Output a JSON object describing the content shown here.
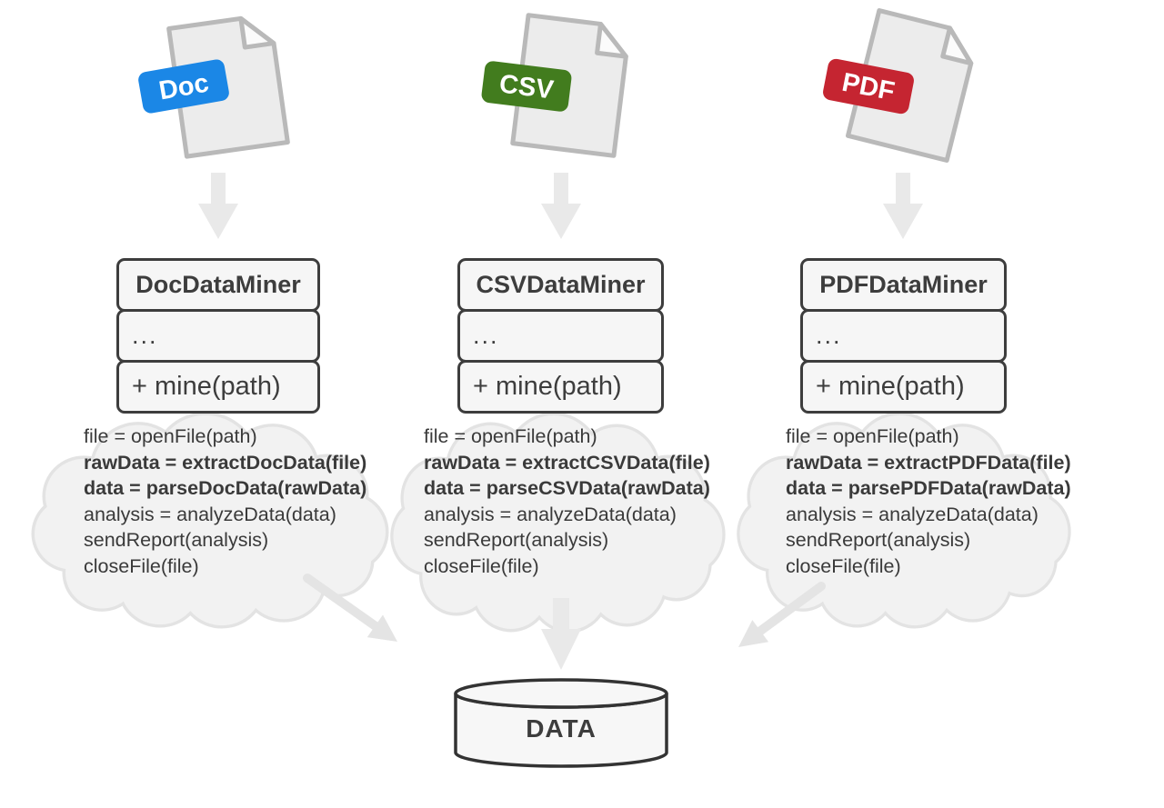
{
  "diagram": {
    "title_hint": "Data miner classes for Doc, CSV and PDF files feeding a shared DATA store",
    "columns": [
      {
        "file_type": "Doc",
        "badge_color": "#1b87e6",
        "class_name": "DocDataMiner",
        "attributes_placeholder": "...",
        "method": "+ mine(path)",
        "code": [
          "file = openFile(path)",
          "rawData = extractDocData(file)",
          "data = parseDocData(rawData)",
          "analysis = analyzeData(data)",
          "sendReport(analysis)",
          "closeFile(file)"
        ]
      },
      {
        "file_type": "CSV",
        "badge_color": "#427c1e",
        "class_name": "CSVDataMiner",
        "attributes_placeholder": "...",
        "method": "+ mine(path)",
        "code": [
          "file = openFile(path)",
          "rawData = extractCSVData(file)",
          "data = parseCSVData(rawData)",
          "analysis = analyzeData(data)",
          "sendReport(analysis)",
          "closeFile(file)"
        ]
      },
      {
        "file_type": "PDF",
        "badge_color": "#c52531",
        "class_name": "PDFDataMiner",
        "attributes_placeholder": "...",
        "method": "+ mine(path)",
        "code": [
          "file = openFile(path)",
          "rawData = extractPDFData(file)",
          "data = parsePDFData(rawData)",
          "analysis = analyzeData(data)",
          "sendReport(analysis)",
          "closeFile(file)"
        ]
      }
    ],
    "database_label": "DATA",
    "colors": {
      "cloud_fill": "#f2f2f2",
      "cloud_stroke": "#e3e3e3",
      "block_arrow": "#e9e9e9",
      "line_arrow": "#e4e4e4",
      "box_border": "#3d3d3d",
      "box_fill": "#f6f6f6",
      "text": "#3a3a3a",
      "page_fill": "#ececec",
      "page_stroke": "#b9b9b9",
      "cylinder_stroke": "#333333",
      "cylinder_fill": "#f7f7f7"
    }
  }
}
